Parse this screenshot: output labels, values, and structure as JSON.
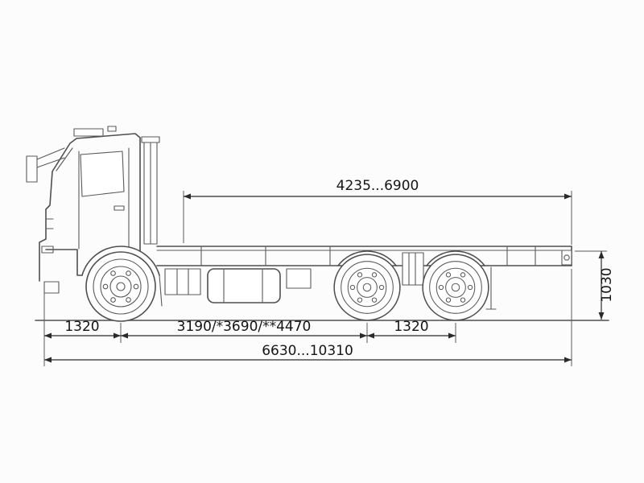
{
  "diagram": {
    "subject": "Truck chassis side-view dimensional drawing",
    "colors": {
      "line": "#4f4f4f",
      "dimension": "#2a2a2a",
      "background": "#fcfcfc"
    },
    "dimensions": {
      "top_length": "4235...6900",
      "frame_height": "1030",
      "front_overhang": "1320",
      "wheelbase": "3190/*3690/**4470",
      "rear_bogie": "1320",
      "overall_length": "6630...10310"
    }
  }
}
